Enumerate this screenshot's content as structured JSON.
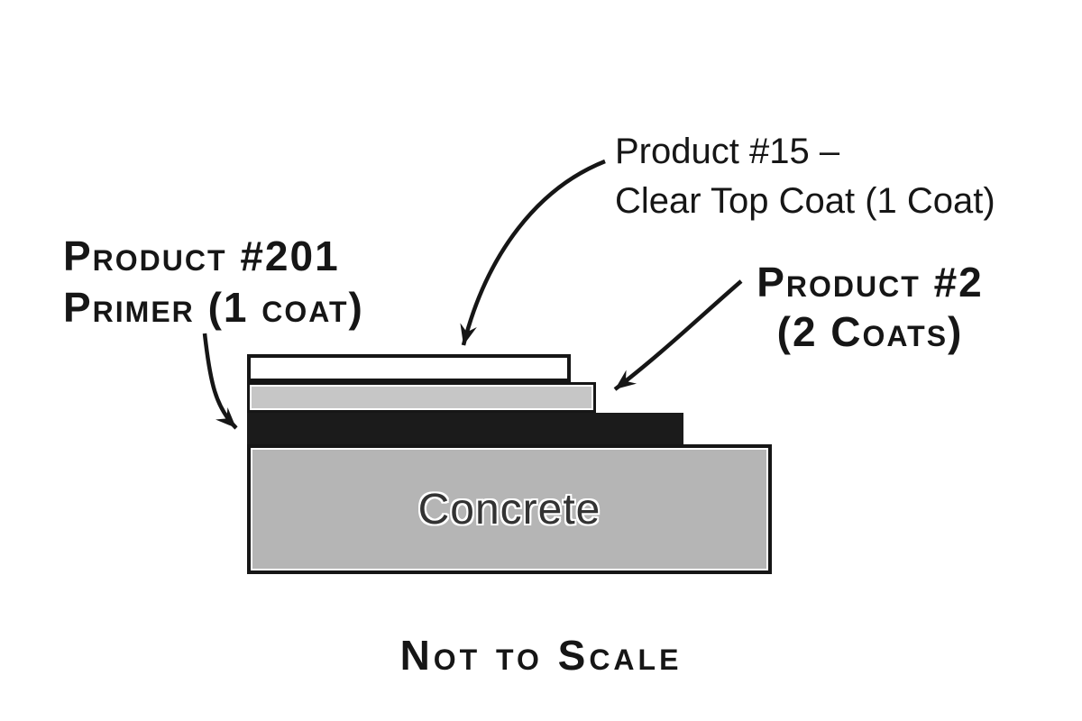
{
  "colors": {
    "ink": "#161616",
    "background": "#ffffff",
    "topcoat_fill": "#ffffff",
    "coat2_fill": "#c6c6c6",
    "primer_fill": "#1b1b1b",
    "concrete_fill": "#b5b5b5",
    "concrete_text": "#333333"
  },
  "labels": {
    "topcoat": {
      "line1": "Product #15 –",
      "line2": "Clear Top Coat (1 Coat)"
    },
    "primer": {
      "line1": "Product #201",
      "line2": "Primer (1 coat)"
    },
    "coat2": {
      "line1": "Product #2",
      "line2": "(2 Coats)"
    }
  },
  "diagram": {
    "concrete_label": "Concrete",
    "note": "Not to Scale",
    "layer_order_top_to_bottom": [
      "Product #15 – Clear Top Coat (1 Coat)",
      "Product #2 (2 Coats)",
      "Product #201 Primer (1 coat)",
      "Concrete"
    ]
  }
}
